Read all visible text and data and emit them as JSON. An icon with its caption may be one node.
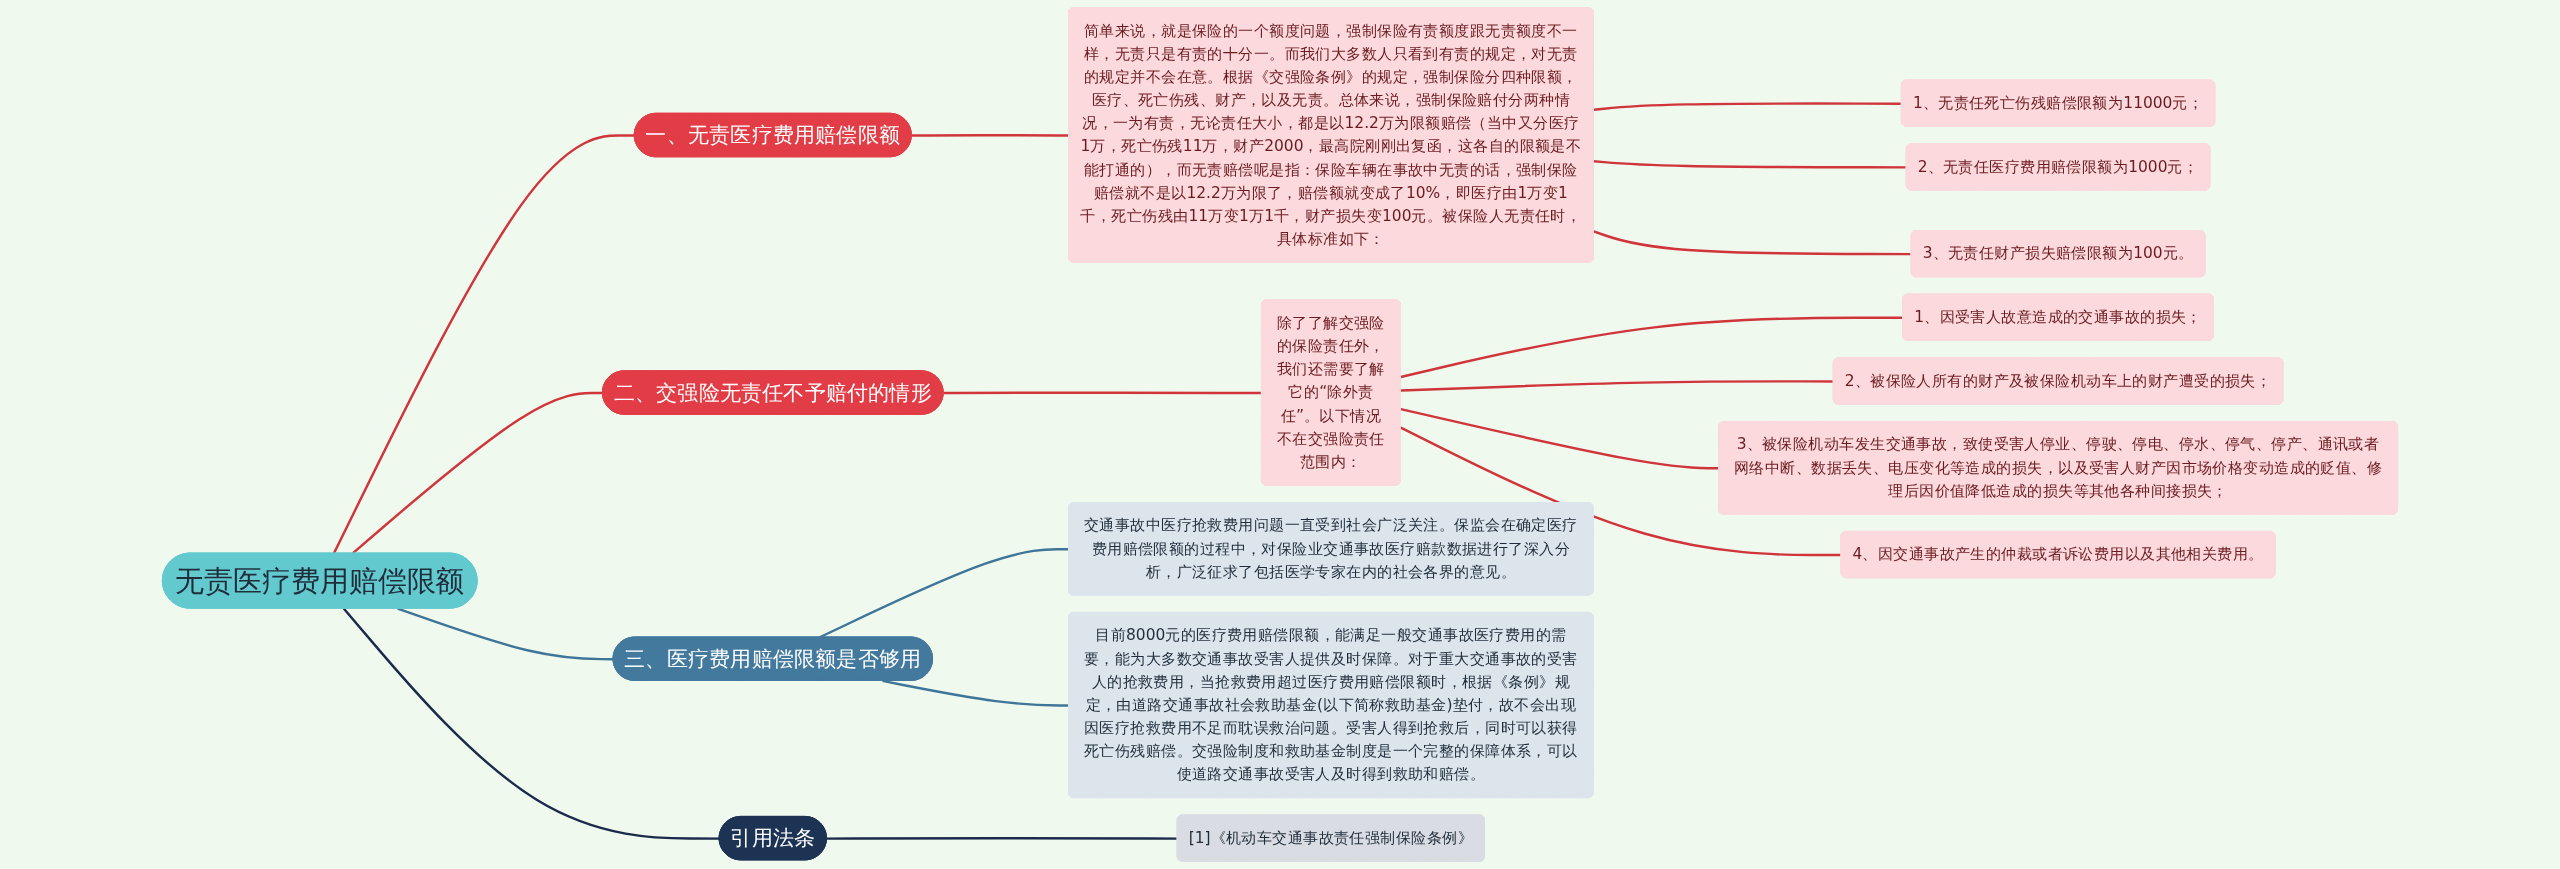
{
  "diagram": {
    "nodes": [
      {
        "text": [
          "无责医疗费用赔偿限额"
        ]
      },
      {
        "text": [
          "一、无责医疗费用赔偿限额"
        ]
      },
      {
        "text": [
          "简单来说，就是保险的一个额度问题，强制保险有责额度跟无责额度不一样，无责只是有责的十分一。而我们大多数人只看到有责的规定，对无责的规定并不会在意。根据《交强险条例》的规定，强制保险分四种限额，医疗、死亡伤残、财产，以及无责。总体来说，强制保险赔付分两种情况，一为有责，无论责任大小，都是以12.2万为限额赔偿（当中又分医疗1万，死亡伤残11万，财产2000，最高院刚刚出复函，这各自的限额是不能打通的），而无责赔偿呢是指：保险车辆在事故中无责的话，强制保险赔偿就不是以12.2万为限了，赔偿额就变成了10%，即医疗由1万变1千，死亡伤残由11万变1万1千，财产损失变100元。被保险人无责任时，具体标准如下："
        ]
      },
      {
        "text": [
          "1、无责任死亡伤残赔偿限额为11000元；"
        ]
      },
      {
        "text": [
          "2、无责任医疗费用赔偿限额为1000元；"
        ]
      },
      {
        "text": [
          "3、无责任财产损失赔偿限额为100元。"
        ]
      },
      {
        "text": [
          "二、交强险无责任不予赔付的情形"
        ]
      },
      {
        "text": [
          "除了了解交强险的保险责任外，我们还需要了解它的“除外责任”。以下情况不在交强险责任范围内："
        ]
      },
      {
        "text": [
          "1、因受害人故意造成的交通事故的损失；"
        ]
      },
      {
        "text": [
          "2、被保险人所有的财产及被保险机动车上的财产遭受的损失；"
        ]
      },
      {
        "text": [
          "3、被保险机动车发生交通事故，致使受害人停业、停驶、停电、停水、停气、停产、通讯或者网络中断、数据丢失、电压变化等造成的损失，以及受害人财产因市场价格变动造成的贬值、修理后因价值降低造成的损失等其他各种间接损失；"
        ]
      },
      {
        "text": [
          "4、因交通事故产生的仲裁或者诉讼费用以及其他相关费用。"
        ]
      },
      {
        "text": [
          "三、医疗费用赔偿限额是否够用"
        ]
      },
      {
        "text": [
          "交通事故中医疗抢救费用问题一直受到社会广泛关注。保监会在确定医疗费用赔偿限额的过程中，对保险业交通事故医疗赔款数据进行了深入分析，广泛征求了包括医学专家在内的社会各界的意见。"
        ]
      },
      {
        "text": [
          "目前8000元的医疗费用赔偿限额，能满足一般交通事故医疗费用的需要，能为大多数交通事故受害人提供及时保障。对于重大交通事故的受害人的抢救费用，当抢救费用超过医疗费用赔偿限额时，根据《条例》规定，由道路交通事故社会救助基金(以下简称救助基金)垫付，故不会出现因医疗抢救费用不足而耽误救治问题。受害人得到抢救后，同时可以获得死亡伤残赔偿。交强险制度和救助基金制度是一个完整的保障体系，可以使道路交通事故受害人及时得到救助和赔偿。"
        ]
      },
      {
        "text": [
          "引用法条"
        ]
      },
      {
        "text": [
          "[1]《机动车交通事故责任强制保险条例》"
        ]
      }
    ],
    "edges": [
      {
        "from": 0,
        "to": 1,
        "arrow": "none"
      },
      {
        "from": 1,
        "to": 2,
        "arrow": "none"
      },
      {
        "from": 2,
        "to": 3,
        "arrow": "none"
      },
      {
        "from": 2,
        "to": 4,
        "arrow": "none"
      },
      {
        "from": 2,
        "to": 5,
        "arrow": "none"
      },
      {
        "from": 0,
        "to": 6,
        "arrow": "none"
      },
      {
        "from": 6,
        "to": 7,
        "arrow": "none"
      },
      {
        "from": 7,
        "to": 8,
        "arrow": "none"
      },
      {
        "from": 7,
        "to": 9,
        "arrow": "none"
      },
      {
        "from": 7,
        "to": 10,
        "arrow": "none"
      },
      {
        "from": 7,
        "to": 11,
        "arrow": "none"
      },
      {
        "from": 0,
        "to": 12,
        "arrow": "none",
        "color": "#3f7599"
      },
      {
        "from": 12,
        "to": 13,
        "arrow": "none",
        "color": "#3f7599"
      },
      {
        "from": 12,
        "to": 14,
        "arrow": "none",
        "color": "#3f7599"
      },
      {
        "from": 0,
        "to": 15,
        "arrow": "none",
        "color": "#1b2a4a"
      },
      {
        "from": 15,
        "to": 16,
        "arrow": "none",
        "color": "#1b2a4a"
      }
    ]
  }
}
